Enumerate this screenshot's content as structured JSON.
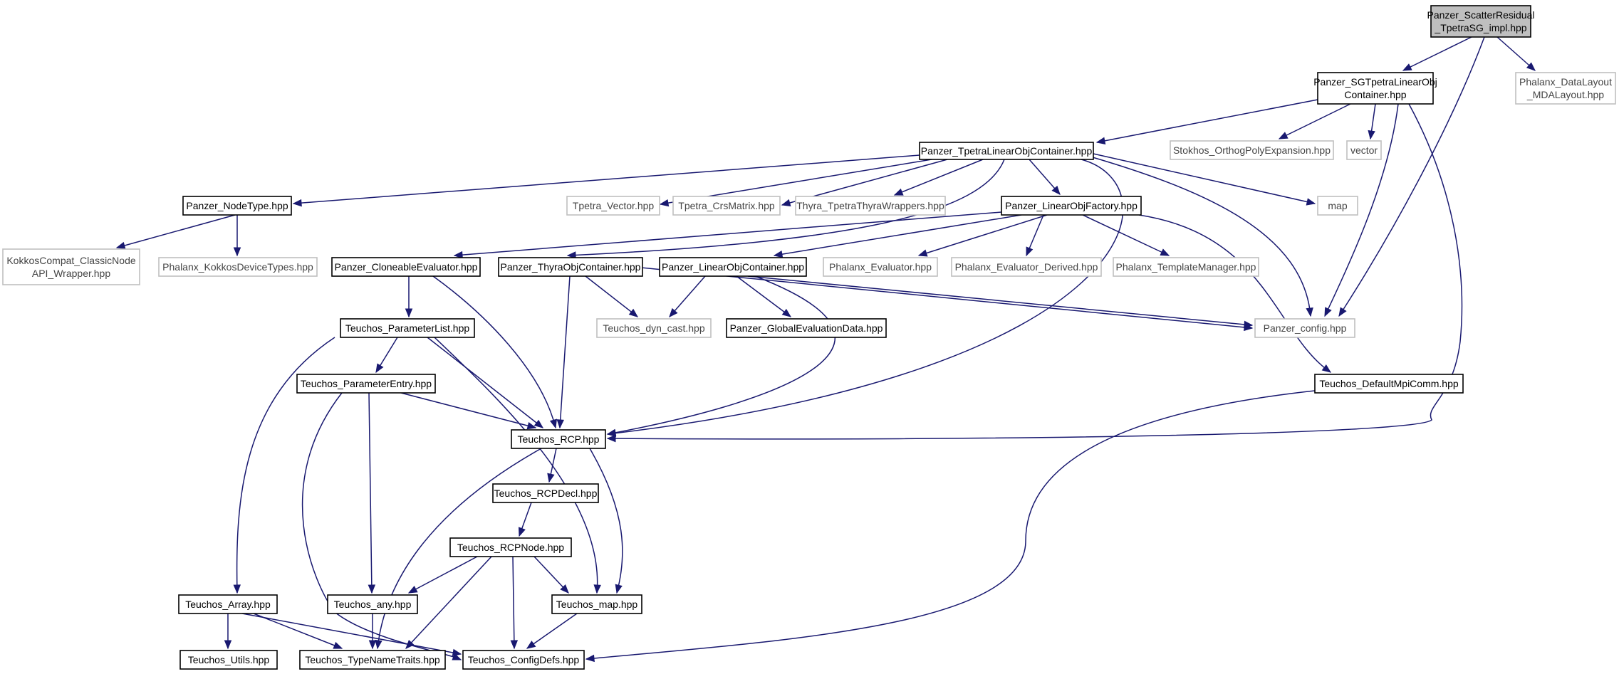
{
  "graph": {
    "nodes": [
      {
        "id": "root",
        "lines": [
          "Panzer_ScatterResidual",
          "_TpetraSG_impl.hpp"
        ],
        "style": "root"
      },
      {
        "id": "sgtpetra",
        "lines": [
          "Panzer_SGTpetraLinearObj",
          "Container.hpp"
        ],
        "style": "doc"
      },
      {
        "id": "phalanx_datalayout",
        "lines": [
          "Phalanx_DataLayout",
          "_MDALayout.hpp"
        ],
        "style": "ext"
      },
      {
        "id": "tpetra_loc",
        "lines": [
          "Panzer_TpetraLinearObjContainer.hpp"
        ],
        "style": "doc"
      },
      {
        "id": "stokhos",
        "lines": [
          "Stokhos_OrthogPolyExpansion.hpp"
        ],
        "style": "ext"
      },
      {
        "id": "vector",
        "lines": [
          "vector"
        ],
        "style": "ext"
      },
      {
        "id": "nodetype",
        "lines": [
          "Panzer_NodeType.hpp"
        ],
        "style": "doc"
      },
      {
        "id": "tpetra_vector",
        "lines": [
          "Tpetra_Vector.hpp"
        ],
        "style": "ext"
      },
      {
        "id": "tpetra_crs",
        "lines": [
          "Tpetra_CrsMatrix.hpp"
        ],
        "style": "ext"
      },
      {
        "id": "thyra_wrappers",
        "lines": [
          "Thyra_TpetraThyraWrappers.hpp"
        ],
        "style": "ext"
      },
      {
        "id": "linearobjfactory",
        "lines": [
          "Panzer_LinearObjFactory.hpp"
        ],
        "style": "doc"
      },
      {
        "id": "map",
        "lines": [
          "map"
        ],
        "style": "ext"
      },
      {
        "id": "kokkos_wrapper",
        "lines": [
          "KokkosCompat_ClassicNode",
          "API_Wrapper.hpp"
        ],
        "style": "ext"
      },
      {
        "id": "phalanx_kokkos",
        "lines": [
          "Phalanx_KokkosDeviceTypes.hpp"
        ],
        "style": "ext"
      },
      {
        "id": "cloneable",
        "lines": [
          "Panzer_CloneableEvaluator.hpp"
        ],
        "style": "doc"
      },
      {
        "id": "thyraobj",
        "lines": [
          "Panzer_ThyraObjContainer.hpp"
        ],
        "style": "doc"
      },
      {
        "id": "linearobjcontainer",
        "lines": [
          "Panzer_LinearObjContainer.hpp"
        ],
        "style": "doc"
      },
      {
        "id": "phalanx_evaluator",
        "lines": [
          "Phalanx_Evaluator.hpp"
        ],
        "style": "ext"
      },
      {
        "id": "phalanx_evaluator_derived",
        "lines": [
          "Phalanx_Evaluator_Derived.hpp"
        ],
        "style": "ext"
      },
      {
        "id": "phalanx_template",
        "lines": [
          "Phalanx_TemplateManager.hpp"
        ],
        "style": "ext"
      },
      {
        "id": "paramlist",
        "lines": [
          "Teuchos_ParameterList.hpp"
        ],
        "style": "doc"
      },
      {
        "id": "dyncast",
        "lines": [
          "Teuchos_dyn_cast.hpp"
        ],
        "style": "ext"
      },
      {
        "id": "globaleval",
        "lines": [
          "Panzer_GlobalEvaluationData.hpp"
        ],
        "style": "doc"
      },
      {
        "id": "panzer_config",
        "lines": [
          "Panzer_config.hpp"
        ],
        "style": "ext"
      },
      {
        "id": "paramentry",
        "lines": [
          "Teuchos_ParameterEntry.hpp"
        ],
        "style": "doc"
      },
      {
        "id": "defaultmpi",
        "lines": [
          "Teuchos_DefaultMpiComm.hpp"
        ],
        "style": "doc"
      },
      {
        "id": "rcp",
        "lines": [
          "Teuchos_RCP.hpp"
        ],
        "style": "doc"
      },
      {
        "id": "rcpdecl",
        "lines": [
          "Teuchos_RCPDecl.hpp"
        ],
        "style": "doc"
      },
      {
        "id": "rcpnode",
        "lines": [
          "Teuchos_RCPNode.hpp"
        ],
        "style": "doc"
      },
      {
        "id": "array",
        "lines": [
          "Teuchos_Array.hpp"
        ],
        "style": "doc"
      },
      {
        "id": "any",
        "lines": [
          "Teuchos_any.hpp"
        ],
        "style": "doc"
      },
      {
        "id": "tmap",
        "lines": [
          "Teuchos_map.hpp"
        ],
        "style": "doc"
      },
      {
        "id": "utils",
        "lines": [
          "Teuchos_Utils.hpp"
        ],
        "style": "doc"
      },
      {
        "id": "typenametraits",
        "lines": [
          "Teuchos_TypeNameTraits.hpp"
        ],
        "style": "doc"
      },
      {
        "id": "configdefs",
        "lines": [
          "Teuchos_ConfigDefs.hpp"
        ],
        "style": "doc"
      }
    ]
  }
}
